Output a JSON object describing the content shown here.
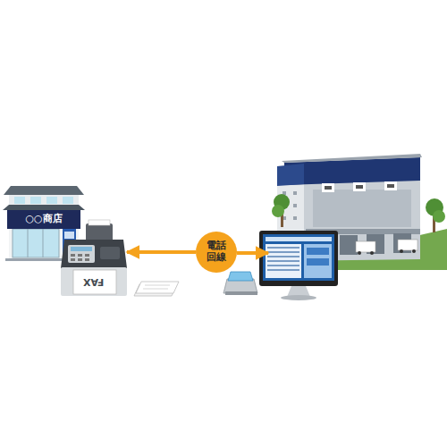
{
  "diagram": {
    "nodes": [
      {
        "text": [
          "○○商店"
        ]
      },
      {
        "text": [
          "FAX"
        ]
      },
      {
        "text": [
          "電話 回線"
        ]
      }
    ],
    "edges": [
      {
        "from": 2,
        "to": 1,
        "arrow": "to"
      }
    ]
  }
}
